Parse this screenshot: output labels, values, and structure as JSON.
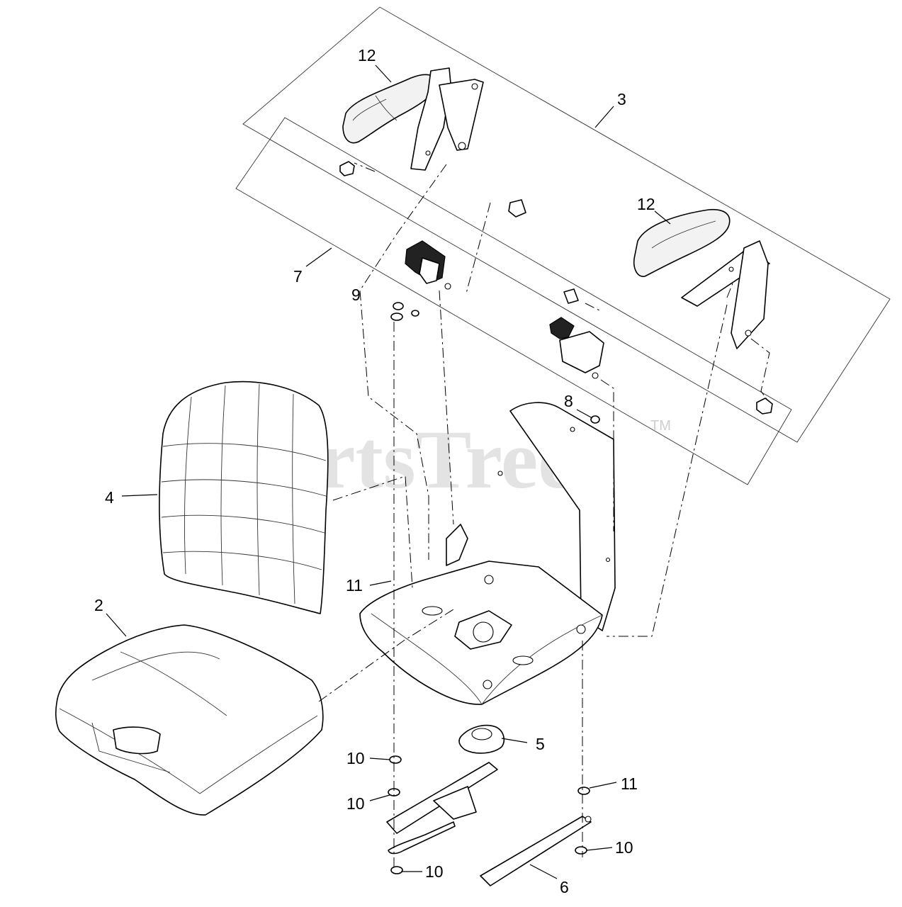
{
  "watermark": {
    "brand": "PartsTree",
    "trademark": "TM"
  },
  "callouts": [
    {
      "id": "12a",
      "label": "12"
    },
    {
      "id": "3",
      "label": "3"
    },
    {
      "id": "12b",
      "label": "12"
    },
    {
      "id": "7",
      "label": "7"
    },
    {
      "id": "8",
      "label": "8"
    },
    {
      "id": "4",
      "label": "4"
    },
    {
      "id": "9",
      "label": "9"
    },
    {
      "id": "11a",
      "label": "11"
    },
    {
      "id": "2",
      "label": "2"
    },
    {
      "id": "5",
      "label": "5"
    },
    {
      "id": "10a",
      "label": "10"
    },
    {
      "id": "11b",
      "label": "11"
    },
    {
      "id": "10b",
      "label": "10"
    },
    {
      "id": "10c",
      "label": "10"
    },
    {
      "id": "10d",
      "label": "10"
    },
    {
      "id": "6",
      "label": "6"
    }
  ]
}
